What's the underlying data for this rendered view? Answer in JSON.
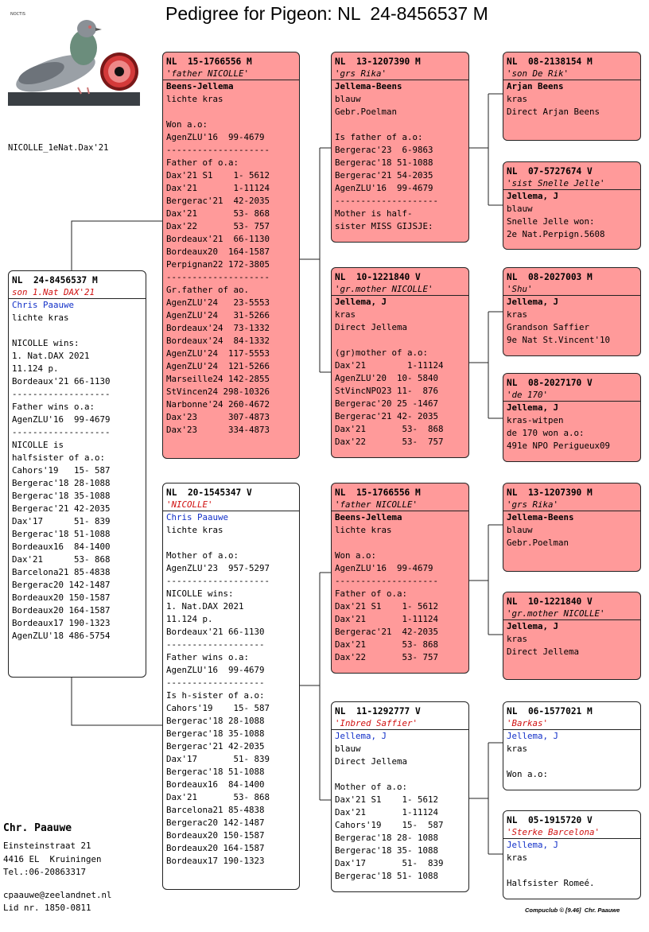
{
  "page": {
    "title": "Pedigree for Pigeon: NL  24-8456537 M",
    "logo_caption": "NICOLLE_1eNat.Dax'21",
    "footer": "Compuclub © [9.46]  Chr. Paauwe"
  },
  "owner": {
    "name": "Chr. Paauwe",
    "street": "Einsteinstraat 21",
    "city": "4416 EL  Kruiningen",
    "phone": "Tel.:06-20863317",
    "email": "cpaauwe@zeelandnet.nl",
    "member": "Lid nr. 1850-0811"
  },
  "cards": {
    "subject": {
      "ring": "NL  24-8456537 M",
      "name": "son 1.Nat DAX'21",
      "breeder": "Chris Paauwe",
      "lines": [
        "lichte kras",
        "",
        "NICOLLE wins:",
        "1. Nat.DAX 2021",
        "11.124 p.",
        "Bordeaux'21 66-1130",
        "-------------------",
        "Father wins o.a:",
        "AgenZLU'16  99-4679",
        "-------------------",
        "NICOLLE is",
        "halfsister of a.o:",
        "Cahors'19   15- 587",
        "Bergerac'18 28-1088",
        "Bergerac'18 35-1088",
        "Bergerac'21 42-2035",
        "Dax'17      51- 839",
        "Bergerac'18 51-1088",
        "Bordeaux16  84-1400",
        "Dax'21      53- 868",
        "Barcelona21 85-4838",
        "Bergerac20 142-1487",
        "Bordeaux20 150-1587",
        "Bordeaux20 164-1587",
        "Bordeaux17 190-1323",
        "AgenZLU'18 486-5754"
      ]
    },
    "father": {
      "ring": "NL  15-1766556 M",
      "name": "'father NICOLLE'",
      "breeder": "Beens-Jellema",
      "lines": [
        "lichte kras",
        "",
        "Won a.o:",
        "AgenZLU'16  99-4679",
        "--------------------",
        "Father of o.a:",
        "Dax'21 S1    1- 5612",
        "Dax'21       1-11124",
        "Bergerac'21  42-2035",
        "Dax'21       53- 868",
        "Dax'22       53- 757",
        "Bordeaux'21  66-1130",
        "Bordeaux20  164-1587",
        "Perpignan22 172-3805",
        "--------------------",
        "Gr.father of ao.",
        "AgenZLU'24   23-5553",
        "AgenZLU'24   31-5266",
        "Bordeaux'24  73-1332",
        "Bordeaux'24  84-1332",
        "AgenZLU'24  117-5553",
        "AgenZLU'24  121-5266",
        "Marseille24 142-2855",
        "StVincen24 298-10326",
        "Narbonne'24 260-4672",
        "Dax'23      307-4873",
        "Dax'23      334-4873"
      ]
    },
    "mother": {
      "ring": "NL  20-1545347 V",
      "name": "'NICOLLE'",
      "breeder": "Chris Paauwe",
      "lines": [
        "lichte kras",
        "",
        "Mother of a.o:",
        "AgenZLU'23  957-5297",
        "--------------------",
        "NICOLLE wins:",
        "1. Nat.DAX 2021",
        "11.124 p.",
        "Bordeaux'21 66-1130",
        "-------------------",
        "Father wins o.a:",
        "AgenZLU'16  99-4679",
        "-------------------",
        "Is h-sister of a.o:",
        "Cahors'19    15- 587",
        "Bergerac'18 28-1088",
        "Bergerac'18 35-1088",
        "Bergerac'21 42-2035",
        "Dax'17       51- 839",
        "Bergerac'18 51-1088",
        "Bordeaux16  84-1400",
        "Dax'21       53- 868",
        "Barcelona21 85-4838",
        "Bergerac20 142-1487",
        "Bordeaux20 150-1587",
        "Bordeaux20 164-1587",
        "Bordeaux17 190-1323"
      ]
    },
    "ff": {
      "ring": "NL  13-1207390 M",
      "name": "'grs Rika'",
      "breeder": "Jellema-Beens",
      "lines": [
        "blauw",
        "Gebr.Poelman",
        "",
        "Is father of a.o:",
        "Bergerac'23  6-9863",
        "Bergerac'18 51-1088",
        "Bergerac'21 54-2035",
        "AgenZLU'16  99-4679",
        "--------------------",
        "Mother is half-",
        "sister MISS GIJSJE:"
      ]
    },
    "fm": {
      "ring": "NL  10-1221840 V",
      "name": "'gr.mother NICOLLE'",
      "breeder": "Jellema, J",
      "lines": [
        "kras",
        "Direct Jellema",
        "",
        "(gr)mother of a.o:",
        "Dax'21        1-11124",
        "AgenZLU'20  10- 5840",
        "StVincNPO23 11-  876",
        "Bergerac'20 25 -1467",
        "Bergerac'21 42- 2035",
        "Dax'21       53-  868",
        "Dax'22       53-  757"
      ]
    },
    "mf": {
      "ring": "NL  15-1766556 M",
      "name": "'father NICOLLE'",
      "breeder": "Beens-Jellema",
      "lines": [
        "lichte kras",
        "",
        "Won a.o:",
        "AgenZLU'16  99-4679",
        "--------------------",
        "Father of o.a:",
        "Dax'21 S1    1- 5612",
        "Dax'21       1-11124",
        "Bergerac'21  42-2035",
        "Dax'21       53- 868",
        "Dax'22       53- 757"
      ]
    },
    "mm": {
      "ring": "NL  11-1292777 V",
      "name": "'Inbred Saffier'",
      "breeder": "Jellema, J",
      "lines": [
        "blauw",
        "Direct Jellema",
        "",
        "Mother of a.o:",
        "Dax'21 S1    1- 5612",
        "Dax'21       1-11124",
        "Cahors'19    15-  587",
        "Bergerac'18 28- 1088",
        "Bergerac'18 35- 1088",
        "Dax'17       51-  839",
        "Bergerac'18 51- 1088"
      ]
    },
    "fff": {
      "ring": "NL  08-2138154 M",
      "name": "'son De Rik'",
      "breeder": "Arjan Beens",
      "lines": [
        "kras",
        "Direct Arjan Beens"
      ]
    },
    "ffm": {
      "ring": "NL  07-5727674 V",
      "name": "'sist Snelle Jelle'",
      "breeder": "Jellema, J",
      "lines": [
        "blauw",
        "Snelle Jelle won:",
        "2e Nat.Perpign.5608"
      ]
    },
    "fmf": {
      "ring": "NL  08-2027003 M",
      "name": "'Shu'",
      "breeder": "Jellema, J",
      "lines": [
        "kras",
        "Grandson Saffier",
        "9e Nat St.Vincent'10"
      ]
    },
    "fmm": {
      "ring": "NL  08-2027170 V",
      "name": "'de 170'",
      "breeder": "Jellema, J",
      "lines": [
        "kras-witpen",
        "de 170 won a.o:",
        "491e NPO Perigueux09"
      ]
    },
    "mff": {
      "ring": "NL  13-1207390 M",
      "name": "'grs Rika'",
      "breeder": "Jellema-Beens",
      "lines": [
        "blauw",
        "Gebr.Poelman"
      ]
    },
    "mfm": {
      "ring": "NL  10-1221840 V",
      "name": "'gr.mother NICOLLE'",
      "breeder": "Jellema, J",
      "lines": [
        "kras",
        "Direct Jellema"
      ]
    },
    "mmf": {
      "ring": "NL  06-1577021 M",
      "name": "'Barkas'",
      "breeder": "Jellema, J",
      "lines": [
        "kras",
        "",
        "Won a.o:"
      ]
    },
    "mmm": {
      "ring": "NL  05-1915720 V",
      "name": "'Sterke Barcelona'",
      "breeder": "Jellema, J",
      "lines": [
        "kras",
        "",
        "Halfsister Romeé."
      ]
    }
  }
}
